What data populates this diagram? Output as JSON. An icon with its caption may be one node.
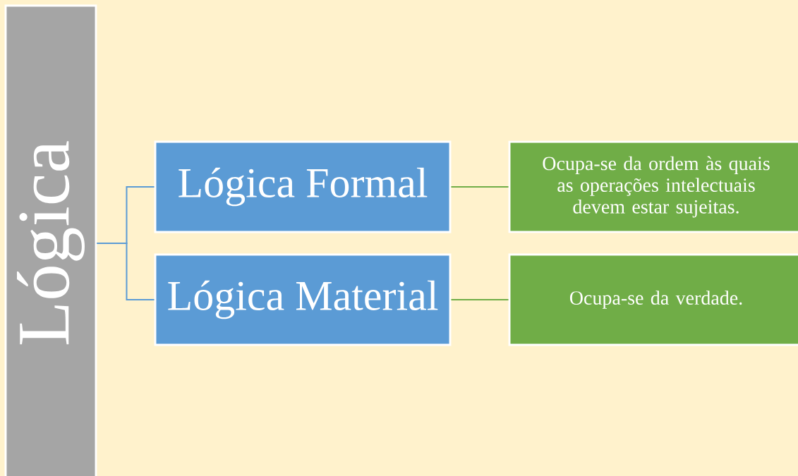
{
  "diagram": {
    "nodes": [
      {
        "text": [
          "Lógica"
        ]
      },
      {
        "text": [
          "Lógica Formal"
        ]
      },
      {
        "text": [
          "Lógica Material"
        ]
      },
      {
        "text": [
          "Ocupa-se da ordem às quais as operações intelectuais devem estar sujeitas."
        ]
      },
      {
        "text": [
          "Ocupa-se da verdade."
        ]
      }
    ],
    "edges": [
      {
        "from": 0,
        "to": 1,
        "arrow": "none",
        "color": "#5b9bd5"
      },
      {
        "from": 0,
        "to": 2,
        "arrow": "none",
        "color": "#5b9bd5"
      },
      {
        "from": 1,
        "to": 3,
        "arrow": "none",
        "color": "#70ad47"
      },
      {
        "from": 2,
        "to": 4,
        "arrow": "none",
        "color": "#70ad47"
      }
    ]
  }
}
